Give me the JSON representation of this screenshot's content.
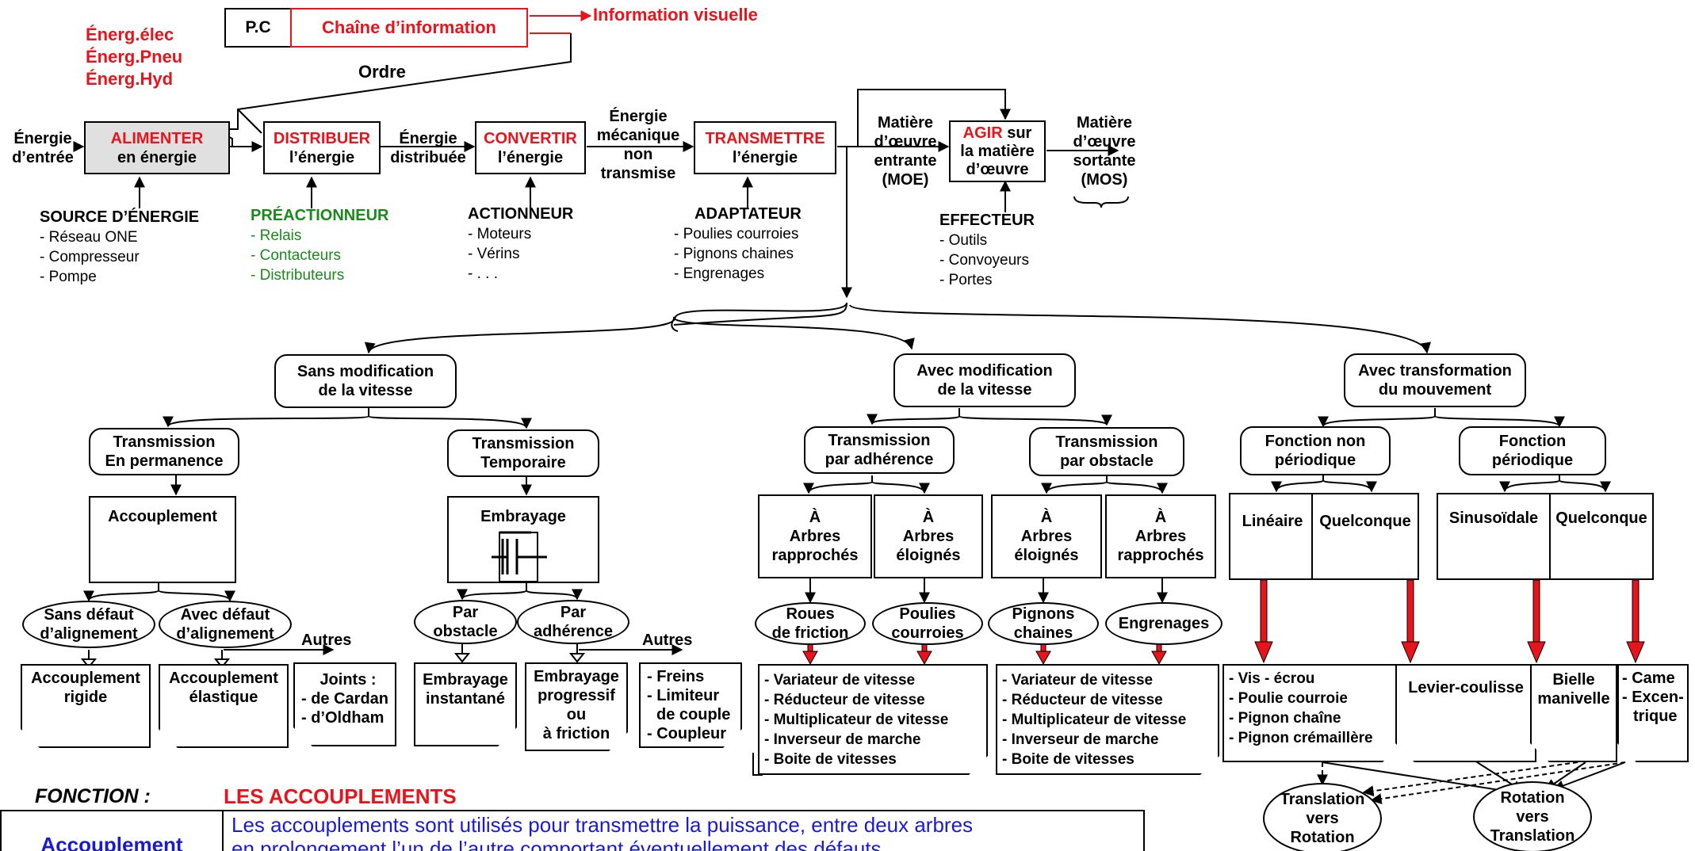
{
  "pc": {
    "label": "P.C",
    "chain": "Chaîne d’information",
    "info": "Information visuelle",
    "ordre": "Ordre"
  },
  "energies": [
    "Énerg.élec",
    "Énerg.Pneu",
    "Énerg.Hyd"
  ],
  "flow": {
    "entree": [
      "Énergie",
      "d’entrée"
    ],
    "alimenter": {
      "verb": "ALIMENTER",
      "rest": "en énergie"
    },
    "distribuer": {
      "verb": "DISTRIBUER",
      "rest": "l’énergie"
    },
    "distribuee": [
      "Énergie",
      "distribuée"
    ],
    "convertir": {
      "verb": "CONVERTIR",
      "rest": "l’énergie"
    },
    "meca": [
      "Énergie",
      "mécanique",
      "non",
      "transmise"
    ],
    "transmettre": {
      "verb": "TRANSMETTRE",
      "rest": "l’énergie"
    },
    "moe": [
      "Matière",
      "d’œuvre",
      "entrante",
      "(MOE)"
    ],
    "agir": {
      "verb": "AGIR",
      "l1": " sur",
      "l2": "la matière",
      "l3": "d’œuvre"
    },
    "mos": [
      "Matière",
      "d’œuvre",
      "sortante",
      "(MOS)"
    ]
  },
  "lists": {
    "source": {
      "title": "SOURCE D’ÉNERGIE",
      "items": [
        "- Réseau ONE",
        "- Compresseur",
        "- Pompe",
        "- . . ."
      ]
    },
    "pre": {
      "title": "PRÉACTIONNEUR",
      "items": [
        "- Relais",
        "- Contacteurs",
        "- Distributeurs",
        "- . . ."
      ]
    },
    "act": {
      "title": "ACTIONNEUR",
      "items": [
        "- Moteurs",
        "- Vérins",
        "- . . ."
      ]
    },
    "adapt": {
      "title": "ADAPTATEUR",
      "items": [
        "- Poulies courroies",
        "- Pignons chaines",
        "- Engrenages",
        "- . . ."
      ]
    },
    "effect": {
      "title": "EFFECTEUR",
      "items": [
        "- Outils",
        "- Convoyeurs",
        "- Portes",
        "- . . ."
      ]
    }
  },
  "tree": {
    "sans": [
      "Sans modification",
      "de la vitesse"
    ],
    "avec": [
      "Avec modification",
      "de la vitesse"
    ],
    "transfo": [
      "Avec transformation",
      "du mouvement"
    ],
    "perm": [
      "Transmission",
      "En permanence"
    ],
    "temp": [
      "Transmission",
      "Temporaire"
    ],
    "adh": [
      "Transmission",
      "par adhérence"
    ],
    "obs": [
      "Transmission",
      "par obstacle"
    ],
    "nonper": [
      "Fonction non",
      "périodique"
    ],
    "per": [
      "Fonction",
      "périodique"
    ],
    "accouplement": "Accouplement",
    "embrayage": "Embrayage",
    "sansdef": [
      "Sans défaut",
      "d’alignement"
    ],
    "avecdef": [
      "Avec défaut",
      "d’alignement"
    ],
    "autres1": "Autres",
    "parobs": [
      "Par",
      "obstacle"
    ],
    "paradh": [
      "Par",
      "adhérence"
    ],
    "autres2": "Autres",
    "rigide": [
      "Accouplement",
      "rigide"
    ],
    "elastique": [
      "Accouplement",
      "élastique"
    ],
    "joints": [
      "Joints :",
      "- de Cardan",
      "- d’Oldham"
    ],
    "instant": [
      "Embrayage",
      "instantané"
    ],
    "progressif": [
      "Embrayage",
      "progressif",
      "ou",
      "à friction"
    ],
    "freins": [
      "- Freins",
      "- Limiteur",
      "de couple",
      "- Coupleur"
    ],
    "a1": [
      "À",
      "Arbres",
      "rapprochés"
    ],
    "a2": [
      "À",
      "Arbres",
      "éloignés"
    ],
    "a3": [
      "À",
      "Arbres",
      "éloignés"
    ],
    "a4": [
      "À",
      "Arbres",
      "rapprochés"
    ],
    "roues": [
      "Roues",
      "de friction"
    ],
    "poulies": [
      "Poulies",
      "courroies"
    ],
    "pignons": [
      "Pignons",
      "chaines"
    ],
    "engrenages": "Engrenages",
    "varlist": [
      "- Variateur de vitesse",
      "- Réducteur de vitesse",
      "- Multiplicateur de vitesse",
      "- Inverseur de marche",
      "- Boite de vitesses"
    ],
    "varlist2": [
      "- Variateur de vitesse",
      "- Réducteur de vitesse",
      "- Multiplicateur de vitesse",
      "- Inverseur de marche",
      "- Boite de vitesses"
    ],
    "lineaire": "Linéaire",
    "quelc1": "Quelconque",
    "sinus": "Sinusoïdale",
    "quelc2": "Quelconque",
    "vis": [
      "- Vis - écrou",
      "- Poulie courroie",
      "- Pignon chaîne",
      "- Pignon crémaillère"
    ],
    "levier": "Levier-coulisse",
    "bielle": [
      "Bielle",
      "manivelle"
    ],
    "came": [
      "- Came",
      "- Excen-",
      "trique"
    ],
    "tvr": [
      "Translation",
      "vers",
      "Rotation"
    ],
    "rvt": [
      "Rotation",
      "vers",
      "Translation"
    ]
  },
  "fonction": {
    "label": "FONCTION :",
    "title": "LES ACCOUPLEMENTS",
    "tab": "Accouplement",
    "text1": "Les accouplements sont utilisés pour transmettre la puissance, entre deux arbres",
    "text2": "en prolongement l’un de l’autre comportant éventuellement des défauts"
  },
  "colors": {
    "red": "#e8141b",
    "green": "#1a8a1a",
    "blue": "#1a1ad0",
    "grey": "#e0e0e0"
  }
}
